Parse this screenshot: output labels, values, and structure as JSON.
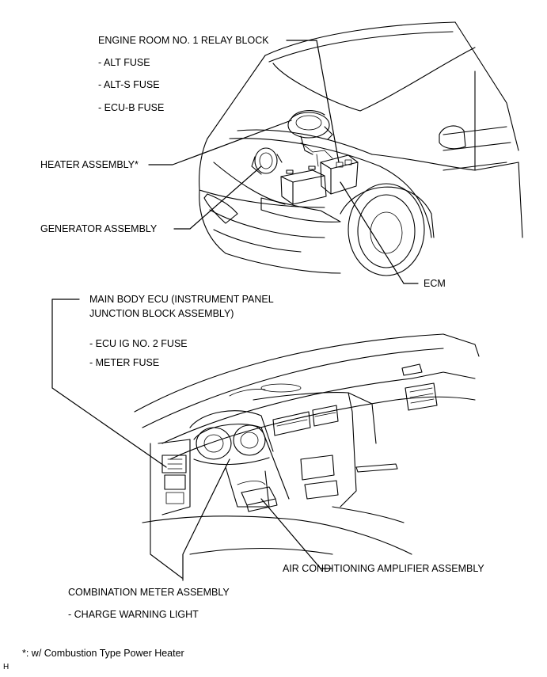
{
  "labels": {
    "engine_relay_block": "ENGINE ROOM NO. 1 RELAY BLOCK",
    "alt_fuse": "- ALT FUSE",
    "alt_s_fuse": "- ALT-S FUSE",
    "ecu_b_fuse": "- ECU-B FUSE",
    "heater_assembly": "HEATER ASSEMBLY*",
    "generator_assembly": "GENERATOR ASSEMBLY",
    "ecm": "ECM",
    "main_body_ecu_line1": "MAIN BODY ECU (INSTRUMENT PANEL",
    "main_body_ecu_line2": "JUNCTION BLOCK ASSEMBLY)",
    "ecu_ig_no2_fuse": "- ECU IG NO. 2 FUSE",
    "meter_fuse": "- METER FUSE",
    "air_conditioning_amplifier": "AIR CONDITIONING AMPLIFIER ASSEMBLY",
    "combination_meter": "COMBINATION METER ASSEMBLY",
    "charge_warning_light": "- CHARGE WARNING LIGHT",
    "footnote": "*: w/ Combustion Type Power Heater",
    "corner_mark": "H"
  }
}
